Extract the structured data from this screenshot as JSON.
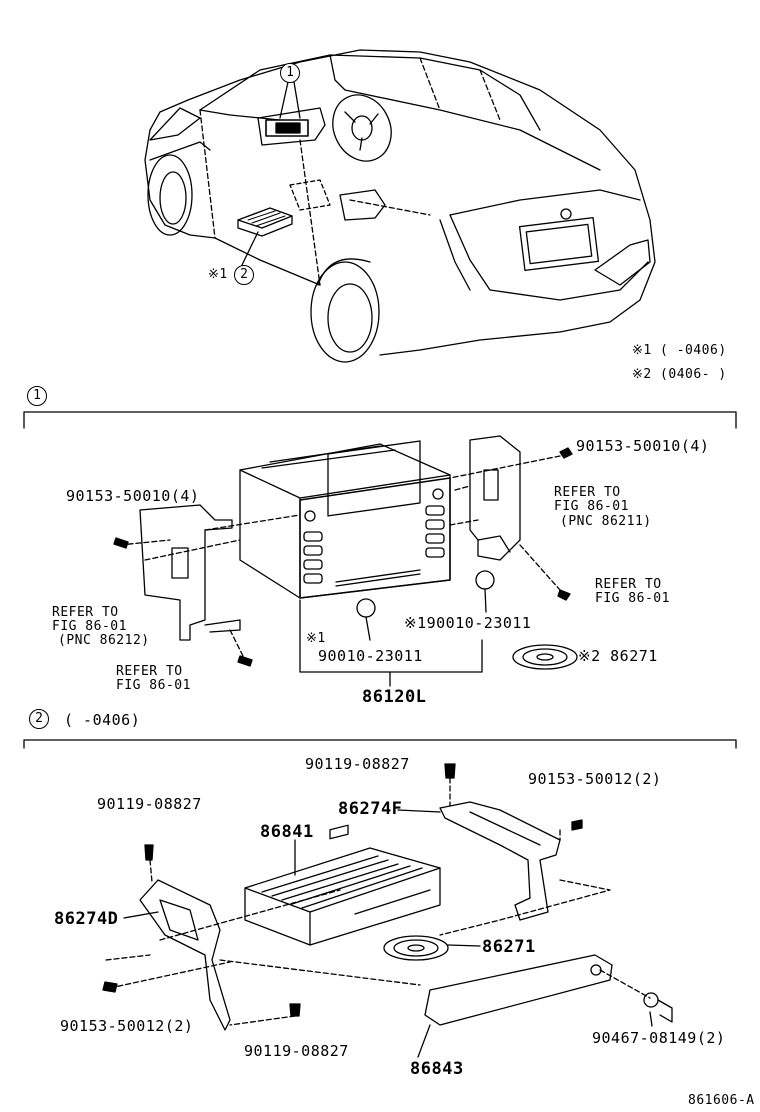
{
  "callouts": {
    "one": "1",
    "two": "2"
  },
  "overview": {
    "mark1_prefix": "※1",
    "note1": "※1 (   -0406)",
    "note2": "※2 (0406-    )"
  },
  "section1": {
    "header_suffix": "",
    "labels": {
      "bolt_right": "90153-50010(4)",
      "bolt_left": "90153-50010(4)",
      "refer_right_1": "REFER TO",
      "refer_right_2": "FIG 86-01",
      "refer_right_3": "(PNC 86211)",
      "refer_left_1": "REFER TO",
      "refer_left_2": "FIG 86-01",
      "refer_left_3": "(PNC 86212)",
      "refer_bl_1": "REFER TO",
      "refer_bl_2": "FIG 86-01",
      "refer_br_1": "REFER TO",
      "refer_br_2": "FIG 86-01",
      "mark1": "※1",
      "part_left": "90010-23011",
      "part_right": "※190010-23011",
      "disc": "※2 86271",
      "assembly": "86120L"
    }
  },
  "section2": {
    "header_suffix": "(   -0406)",
    "labels": {
      "screw_top": "90119-08827",
      "screw_left": "90119-08827",
      "bolt_right": "90153-50012(2)",
      "bracket_f": "86274F",
      "unit": "86841",
      "bracket_d": "86274D",
      "disc": "86271",
      "bolt_left": "90153-50012(2)",
      "screw_bottom": "90119-08827",
      "clip": "90467-08149(2)",
      "cover": "86843"
    }
  },
  "footer": {
    "code": "861606-A"
  }
}
